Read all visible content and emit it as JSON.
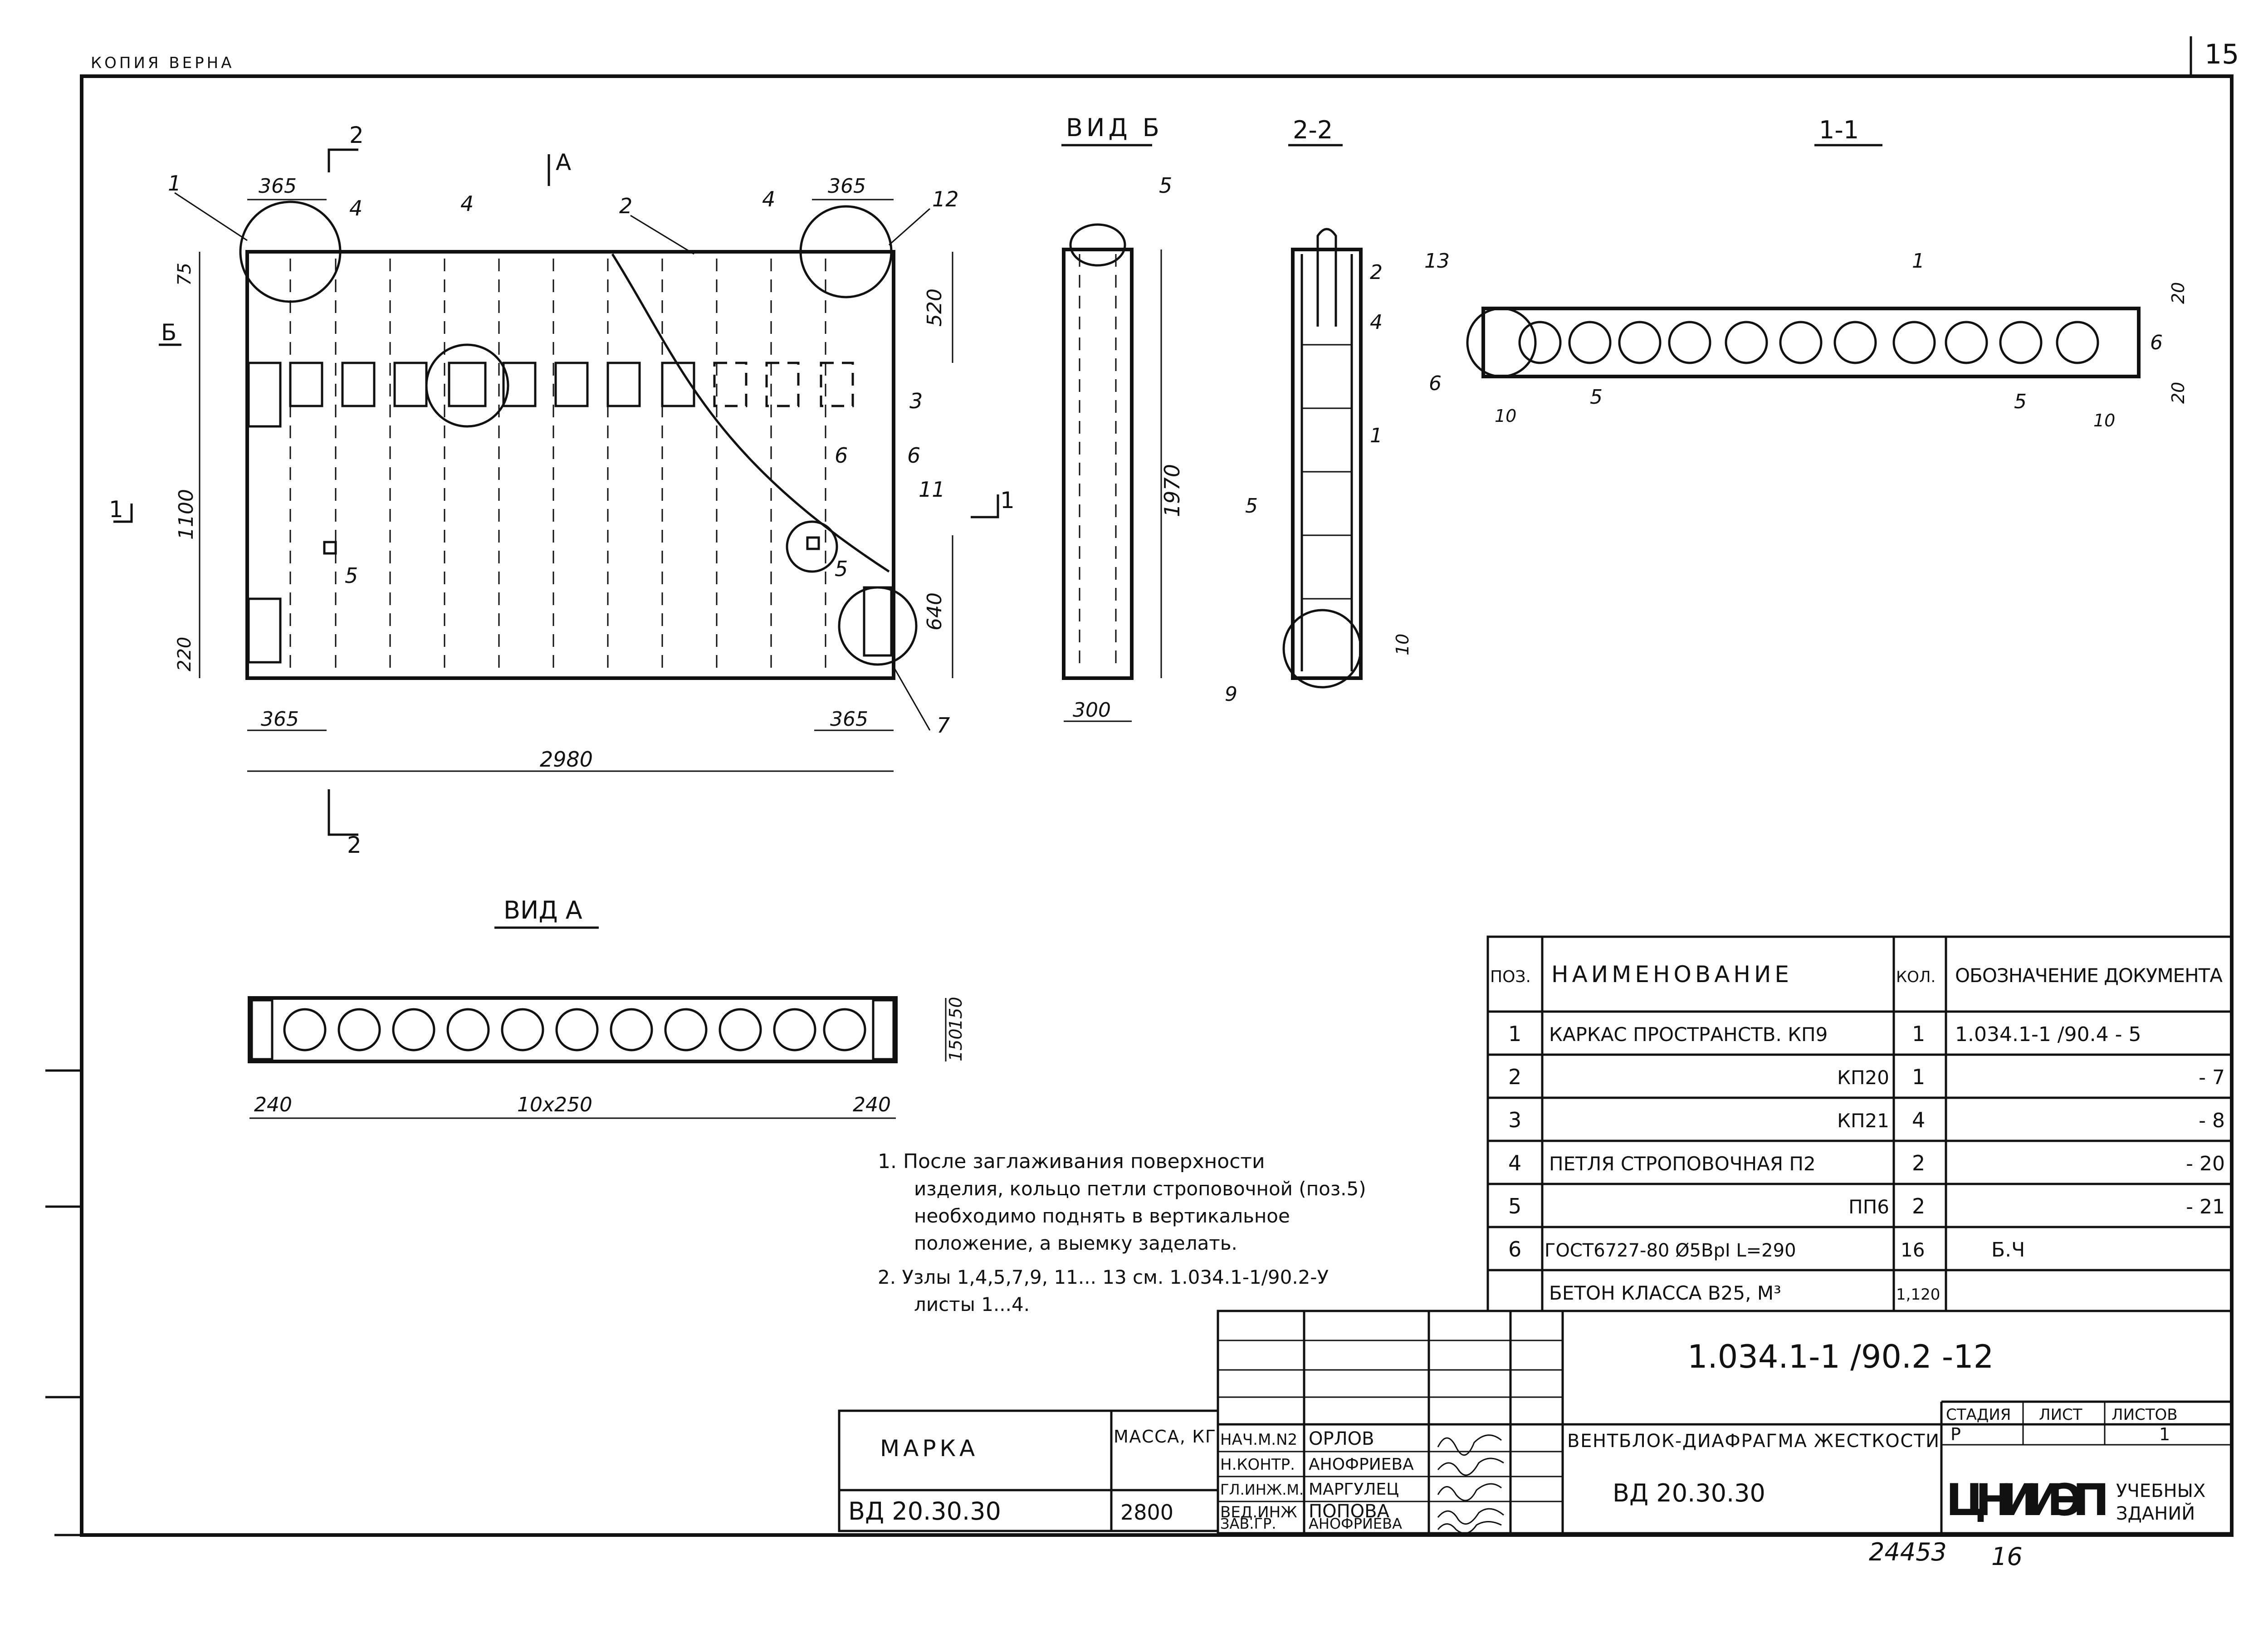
{
  "header": {
    "copy_mark": "КОПИЯ ВЕРНА",
    "sheet_corner": "15"
  },
  "views": {
    "front": {
      "section_2_top": "2",
      "section_2_bottom": "2",
      "view_a_arrow": "A",
      "view_b_arrow": "Б",
      "section_1_left": "1",
      "section_1_right": "1",
      "dims": {
        "top_left": "365",
        "top_right": "365",
        "bottom_left": "365",
        "bottom_right": "365",
        "overall": "2980",
        "left_75": "75",
        "left_1100": "1100",
        "left_220": "220",
        "right_520": "520",
        "right_640": "640"
      },
      "callouts": {
        "c1": "1",
        "c4a": "4",
        "c4b": "4",
        "c2": "2",
        "c4c": "4",
        "c12": "12",
        "c3": "3",
        "c6a": "6",
        "c6b": "6",
        "c11": "11",
        "c5a": "5",
        "c5b": "5",
        "c7": "7"
      }
    },
    "view_b": {
      "title": "ВИД Б",
      "callout": "5",
      "dim_height": "1970",
      "dim_width": "300"
    },
    "sec22": {
      "title": "2-2",
      "c2": "2",
      "c4": "4",
      "c1": "1",
      "c5": "5",
      "c9": "9",
      "dim10": "10"
    },
    "sec11": {
      "title": "1-1",
      "c1": "1",
      "c13": "13",
      "c6a": "6",
      "c6b": "6",
      "c5a": "5",
      "c5b": "5",
      "d10a": "10",
      "d10b": "10",
      "d20a": "20",
      "d20b": "20"
    },
    "view_a": {
      "title": "ВИД А",
      "d240a": "240",
      "d10x250": "10х250",
      "d240b": "240",
      "d150a": "150",
      "d150b": "150"
    }
  },
  "spec_table": {
    "headers": {
      "pos": "ПОЗ.",
      "name": "НАИМЕНОВАНИЕ",
      "qty": "КОЛ.",
      "doc": "ОБОЗНАЧЕНИЕ ДОКУМЕНТА"
    },
    "rows": [
      {
        "pos": "1",
        "name": "КАРКАС ПРОСТРАНСТВ. КП9",
        "qty": "1",
        "doc": "1.034.1-1 /90.4 - 5"
      },
      {
        "pos": "2",
        "name": "КП20",
        "qty": "1",
        "doc": "- 7"
      },
      {
        "pos": "3",
        "name": "КП21",
        "qty": "4",
        "doc": "- 8"
      },
      {
        "pos": "4",
        "name": "ПЕТЛЯ СТРОПОВОЧНАЯ П2",
        "qty": "2",
        "doc": "- 20"
      },
      {
        "pos": "5",
        "name": "ПП6",
        "qty": "2",
        "doc": "- 21"
      },
      {
        "pos": "6",
        "name": "ГОСТ6727-80 Ø5ВрI L=290",
        "qty": "16",
        "doc": "Б.Ч"
      },
      {
        "pos": "",
        "name": "БЕТОН КЛАССА В25, М³",
        "qty": "1,120",
        "doc": ""
      }
    ]
  },
  "notes": [
    "1. После заглаживания поверхности",
    "изделия, кольцо петли строповочной (поз.5)",
    "необходимо поднять в вертикальное",
    "положение, а выемку заделать.",
    "2. Узлы 1,4,5,7,9, 11... 13 см. 1.034.1-1/90.2-У",
    "листы 1...4."
  ],
  "mark_table": {
    "mark_header": "МАРКА",
    "mass_header": "МАССА, КГ",
    "mark": "ВД 20.30.30",
    "mass": "2800"
  },
  "title_block": {
    "designation": "1.034.1-1 /90.2 -12",
    "roles": [
      "НАЧ.М.N2",
      "Н.КОНТР.",
      "ГЛ.ИНЖ.М.",
      "ВЕД.ИНЖ",
      "ЗАВ.ГР."
    ],
    "names": [
      "ОРЛОВ",
      "АНОФРИЕВА",
      "МАРГУЛЕЦ",
      "ПОПОВА",
      "АНОФРИЕВА"
    ],
    "product_name": "ВЕНТБЛОК-ДИАФРАГМА ЖЕСТКОСТИ",
    "product_mark": "ВД 20.30.30",
    "stage_label": "СТАДИЯ",
    "sheet_label": "ЛИСТ",
    "sheets_label": "ЛИСТОВ",
    "stage": "Р",
    "sheet": "",
    "sheets": "1",
    "org_logo": "ЦНИИЭП",
    "org_sub1": "УЧЕБНЫХ",
    "org_sub2": "ЗДАНИЙ"
  },
  "footer": {
    "inventory": "24453",
    "page": "16"
  }
}
